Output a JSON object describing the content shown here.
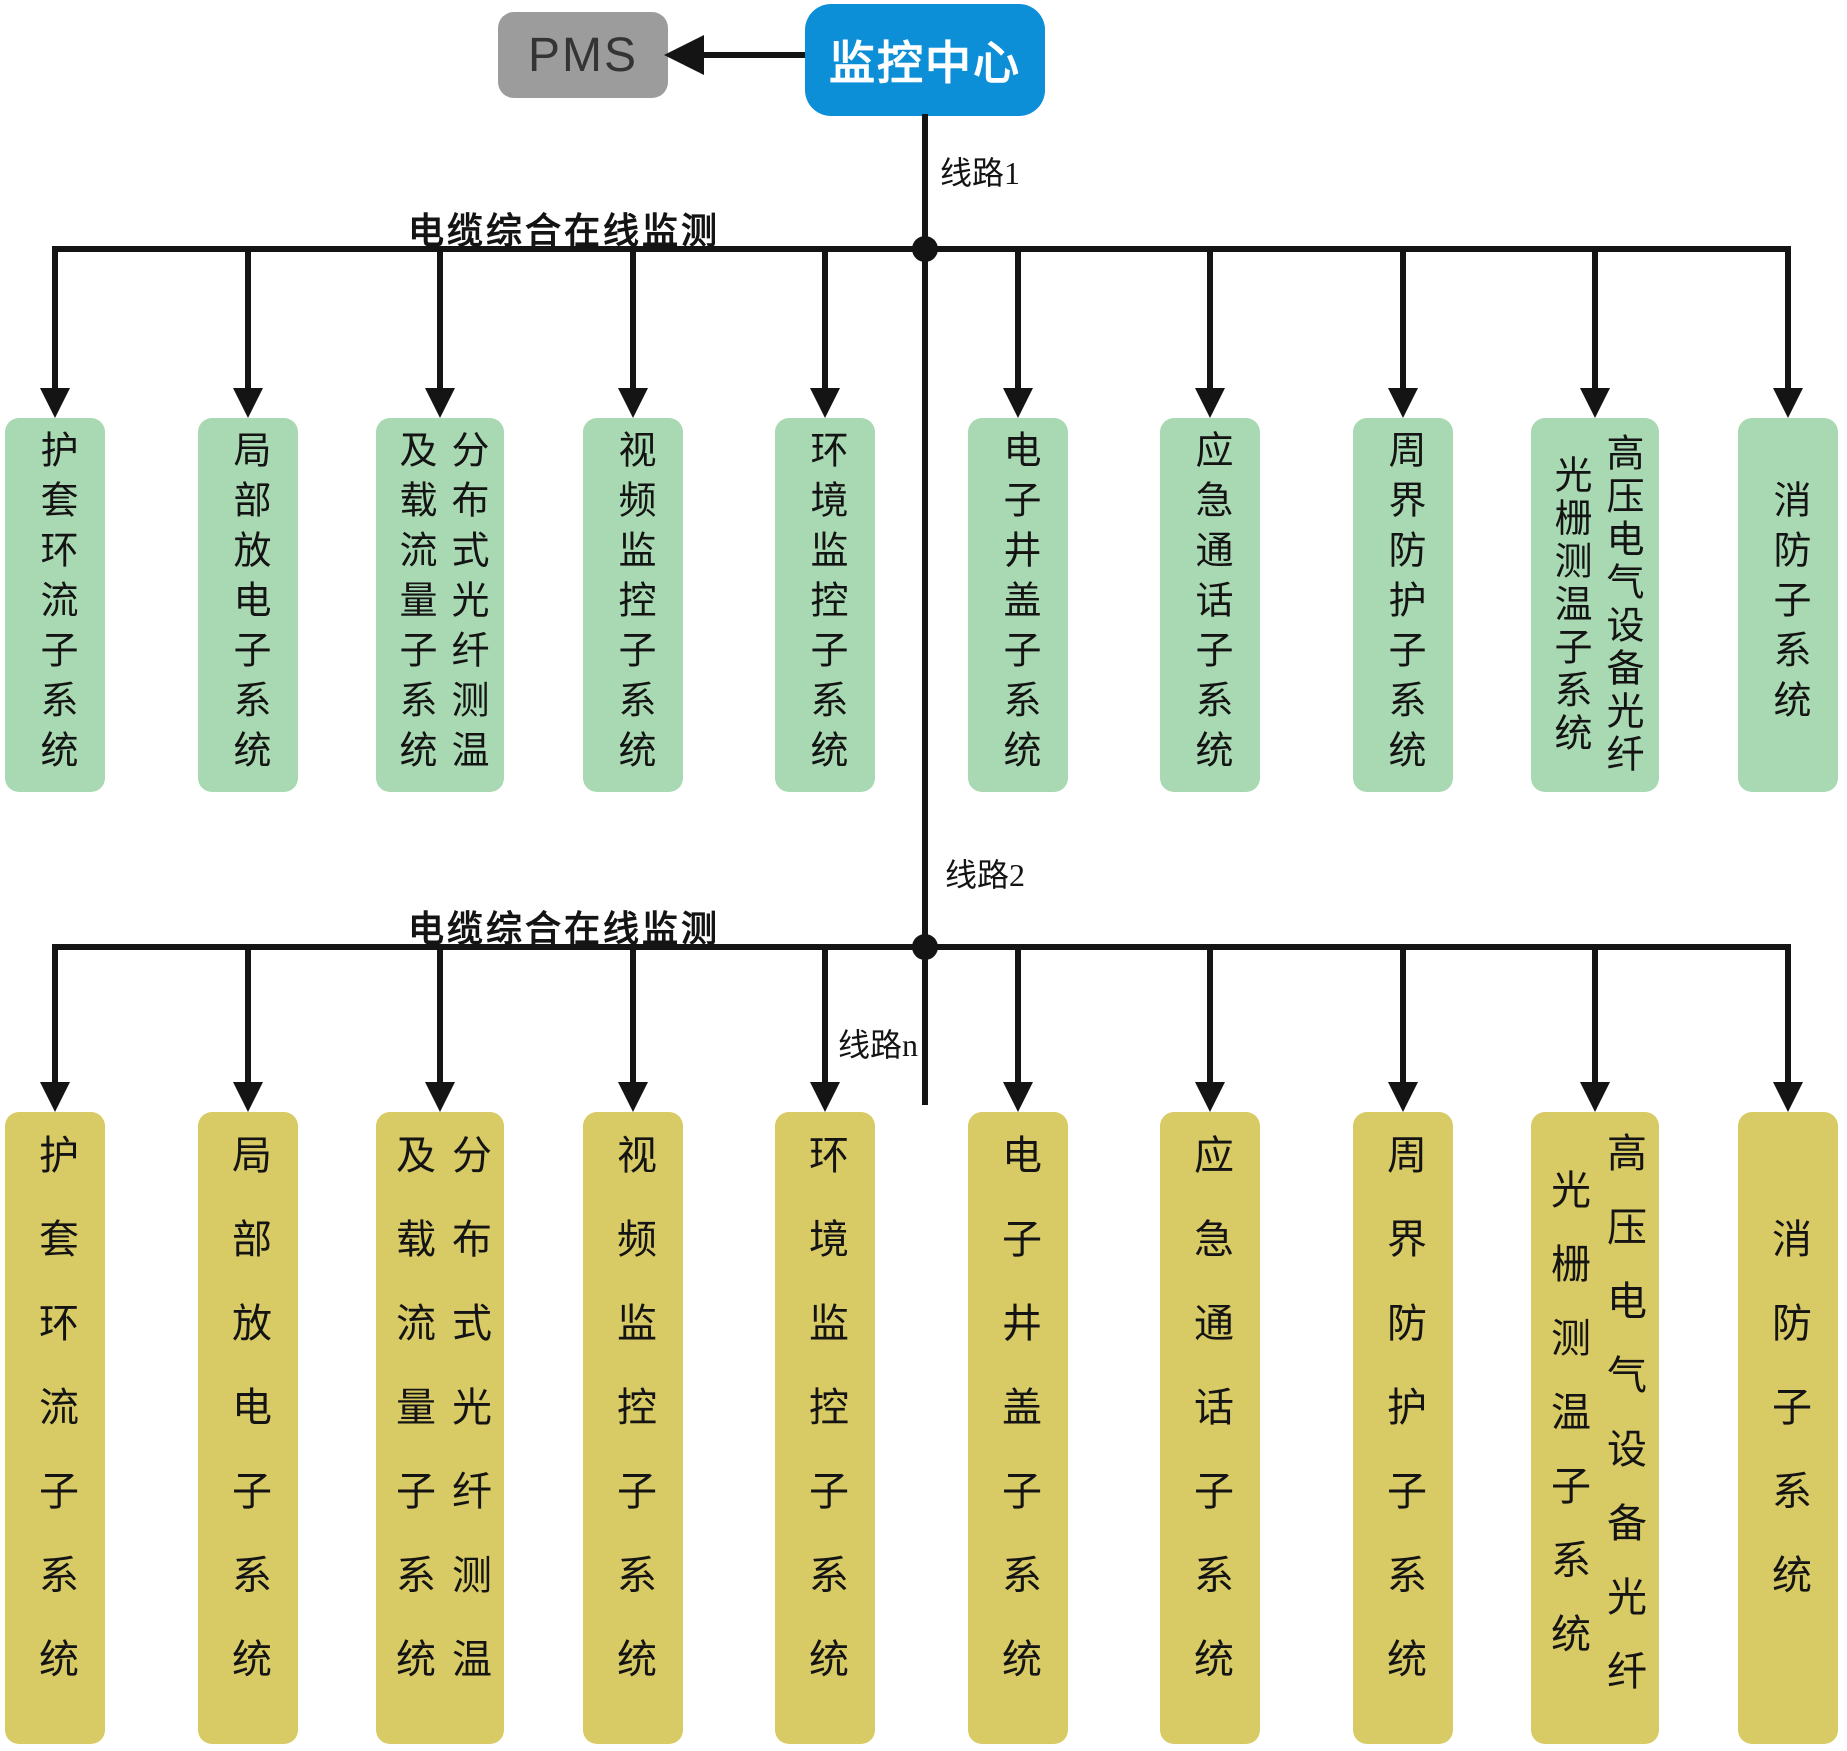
{
  "nodes": {
    "pms": "PMS",
    "monitoring_center": "监控中心"
  },
  "line_labels": {
    "line1": "线路1",
    "line2": "线路2",
    "line_n": "线路n"
  },
  "bus": {
    "label": "电缆综合在线监测"
  },
  "subsystems": [
    "护套环流子系统",
    "局部放电子系统",
    "分布式光纤测温及载流量子系统",
    "视频监控子系统",
    "环境监控子系统",
    "电子井盖子系统",
    "应急通话子系统",
    "周界防护子系统",
    "高压电气设备光纤光栅测温子系统",
    "消防子系统"
  ],
  "colors": {
    "monitoring_center_bg": "#0d8fd8",
    "pms_bg": "#9c9c9c",
    "row1_box_bg": "#a9d9b2",
    "row2_box_bg": "#d8ca64",
    "connector": "#141414"
  }
}
